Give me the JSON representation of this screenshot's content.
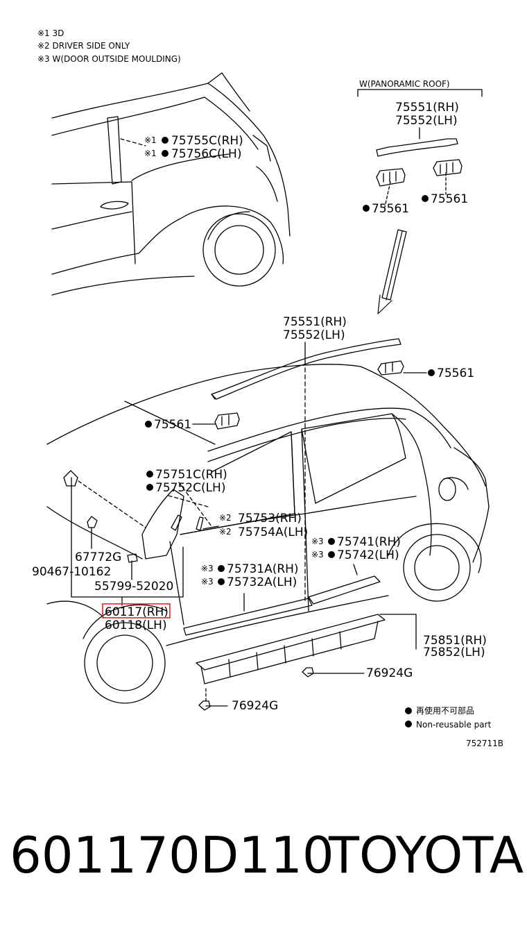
{
  "notes": [
    "※1 3D",
    "※2 DRIVER SIDE ONLY",
    "※3 W(DOOR OUTSIDE MOULDING)"
  ],
  "labels": {
    "pillar_rh": "75755C(RH)",
    "pillar_lh": "75756C(LH)",
    "pillar_mark1": "※1",
    "pillar_mark2": "※1",
    "pano_title": "W(PANORAMIC ROOF)",
    "pano_rh": "75551(RH)",
    "pano_lh": "75552(LH)",
    "pano_clip_a": "75561",
    "pano_clip_b": "75561",
    "roof_rh": "75551(RH)",
    "roof_lh": "75552(LH)",
    "roof_clip_right": "75561",
    "roof_clip_left": "75561",
    "front_pillar_rh": "75751C(RH)",
    "front_pillar_lh": "75752C(LH)",
    "emblem_rh": "75753(RH)",
    "emblem_lh": "75754A(LH)",
    "emblem_mark_a": "※2",
    "emblem_mark_b": "※2",
    "rear_mould_rh": "75741(RH)",
    "rear_mould_lh": "75742(LH)",
    "rear_mark_a": "※3",
    "rear_mark_b": "※3",
    "front_mould_rh": "75731A(RH)",
    "front_mould_lh": "75732A(LH)",
    "front_mark_a": "※3",
    "front_mark_b": "※3",
    "clip_67772": "67772G",
    "clip_90467": "90467-10162",
    "clip_55799": "55799-52020",
    "fender_rh": "60117(RH)",
    "fender_lh": "60118(LH)",
    "rocker_rh": "75851(RH)",
    "rocker_lh": "75852(LH)",
    "nut_a": "76924G",
    "nut_b": "76924G",
    "legend_jp": "再使用不可部品",
    "legend_en": "Non-reusable part",
    "figure_code": "752711B"
  },
  "highlight_color": "#e0202a",
  "footer": {
    "part_number": "601170D110",
    "brand": "TOYOTA"
  }
}
